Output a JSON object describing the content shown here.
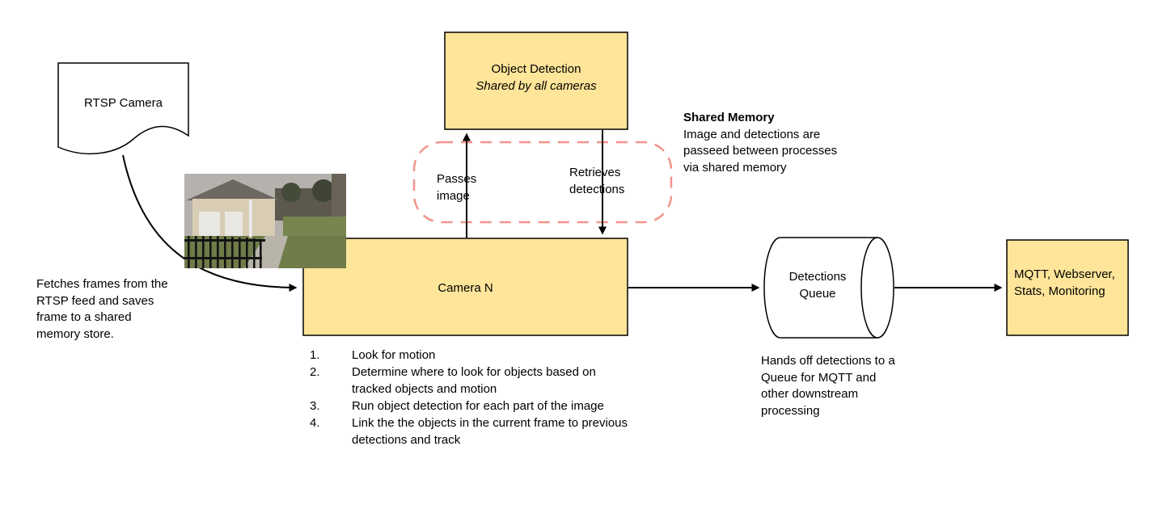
{
  "diagram": {
    "rtsp_camera": {
      "label": "RTSP Camera"
    },
    "fetch_note": "Fetches frames from the RTSP feed and saves frame to a shared memory store.",
    "object_detection": {
      "title": "Object Detection",
      "subtitle": "Shared by all cameras"
    },
    "shared_memory_note": {
      "title": "Shared Memory",
      "body": "Image and detections are passeed between processes via shared memory"
    },
    "edges": {
      "passes_image": "Passes\nimage",
      "retrieves_detections": "Retrieves\ndetections"
    },
    "camera_n": {
      "label": "Camera N",
      "steps": [
        {
          "num": "1.",
          "text": "Look for motion"
        },
        {
          "num": "2.",
          "text": "Determine where to look for objects based on tracked objects and motion"
        },
        {
          "num": "3.",
          "text": "Run object detection for each part of the image"
        },
        {
          "num": "4.",
          "text": "Link the the objects in the current frame to previous detections and track"
        }
      ]
    },
    "detections_queue": {
      "label": "Detections\nQueue",
      "note": "Hands off detections to a Queue for MQTT and other downstream processing"
    },
    "outputs": {
      "label": "MQTT, Webserver, Stats, Monitoring"
    },
    "colors": {
      "box_fill": "#FFE599",
      "box_border": "#000000",
      "shared_memory_dashed": "#F1948A",
      "arrow": "#000000"
    }
  }
}
